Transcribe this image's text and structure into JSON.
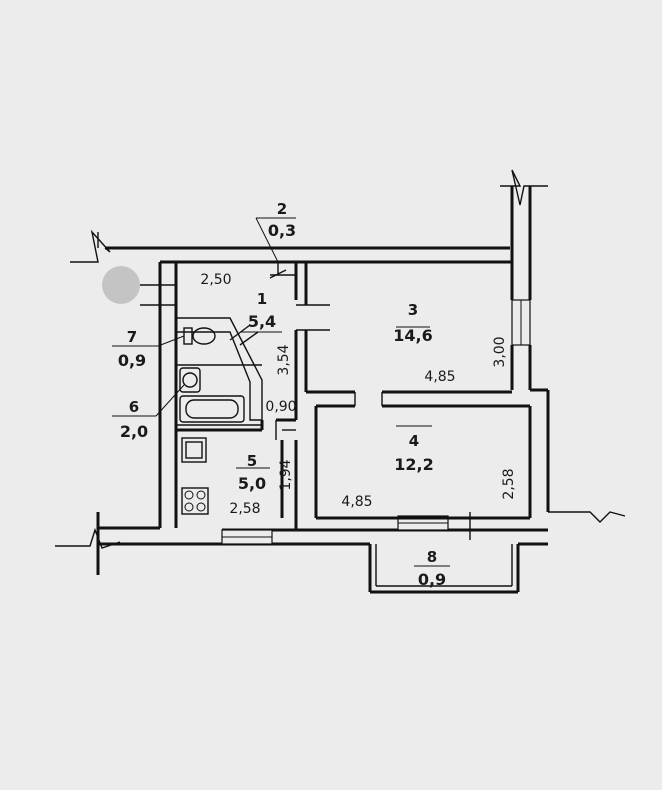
{
  "rooms": [
    {
      "number": "1",
      "area": "5,4"
    },
    {
      "number": "2",
      "area": "0,3"
    },
    {
      "number": "3",
      "area": "14,6"
    },
    {
      "number": "4",
      "area": "12,2"
    },
    {
      "number": "5",
      "area": "5,0"
    },
    {
      "number": "6",
      "area": "2,0"
    },
    {
      "number": "7",
      "area": "0,9"
    },
    {
      "number": "8",
      "area": "0,9"
    }
  ],
  "dimensions": {
    "hall_width": "2,50",
    "hall_length": "3,54",
    "bath_width": "0,90",
    "room3_length": "4,85",
    "room3_width": "3,00",
    "room4_length": "4,85",
    "room4_width": "2,58",
    "kitchen_width": "2,58",
    "kitchen_length": "1,94"
  },
  "colors": {
    "background": "#ececec",
    "ink": "#111111",
    "marker": "#c4c4c4"
  }
}
